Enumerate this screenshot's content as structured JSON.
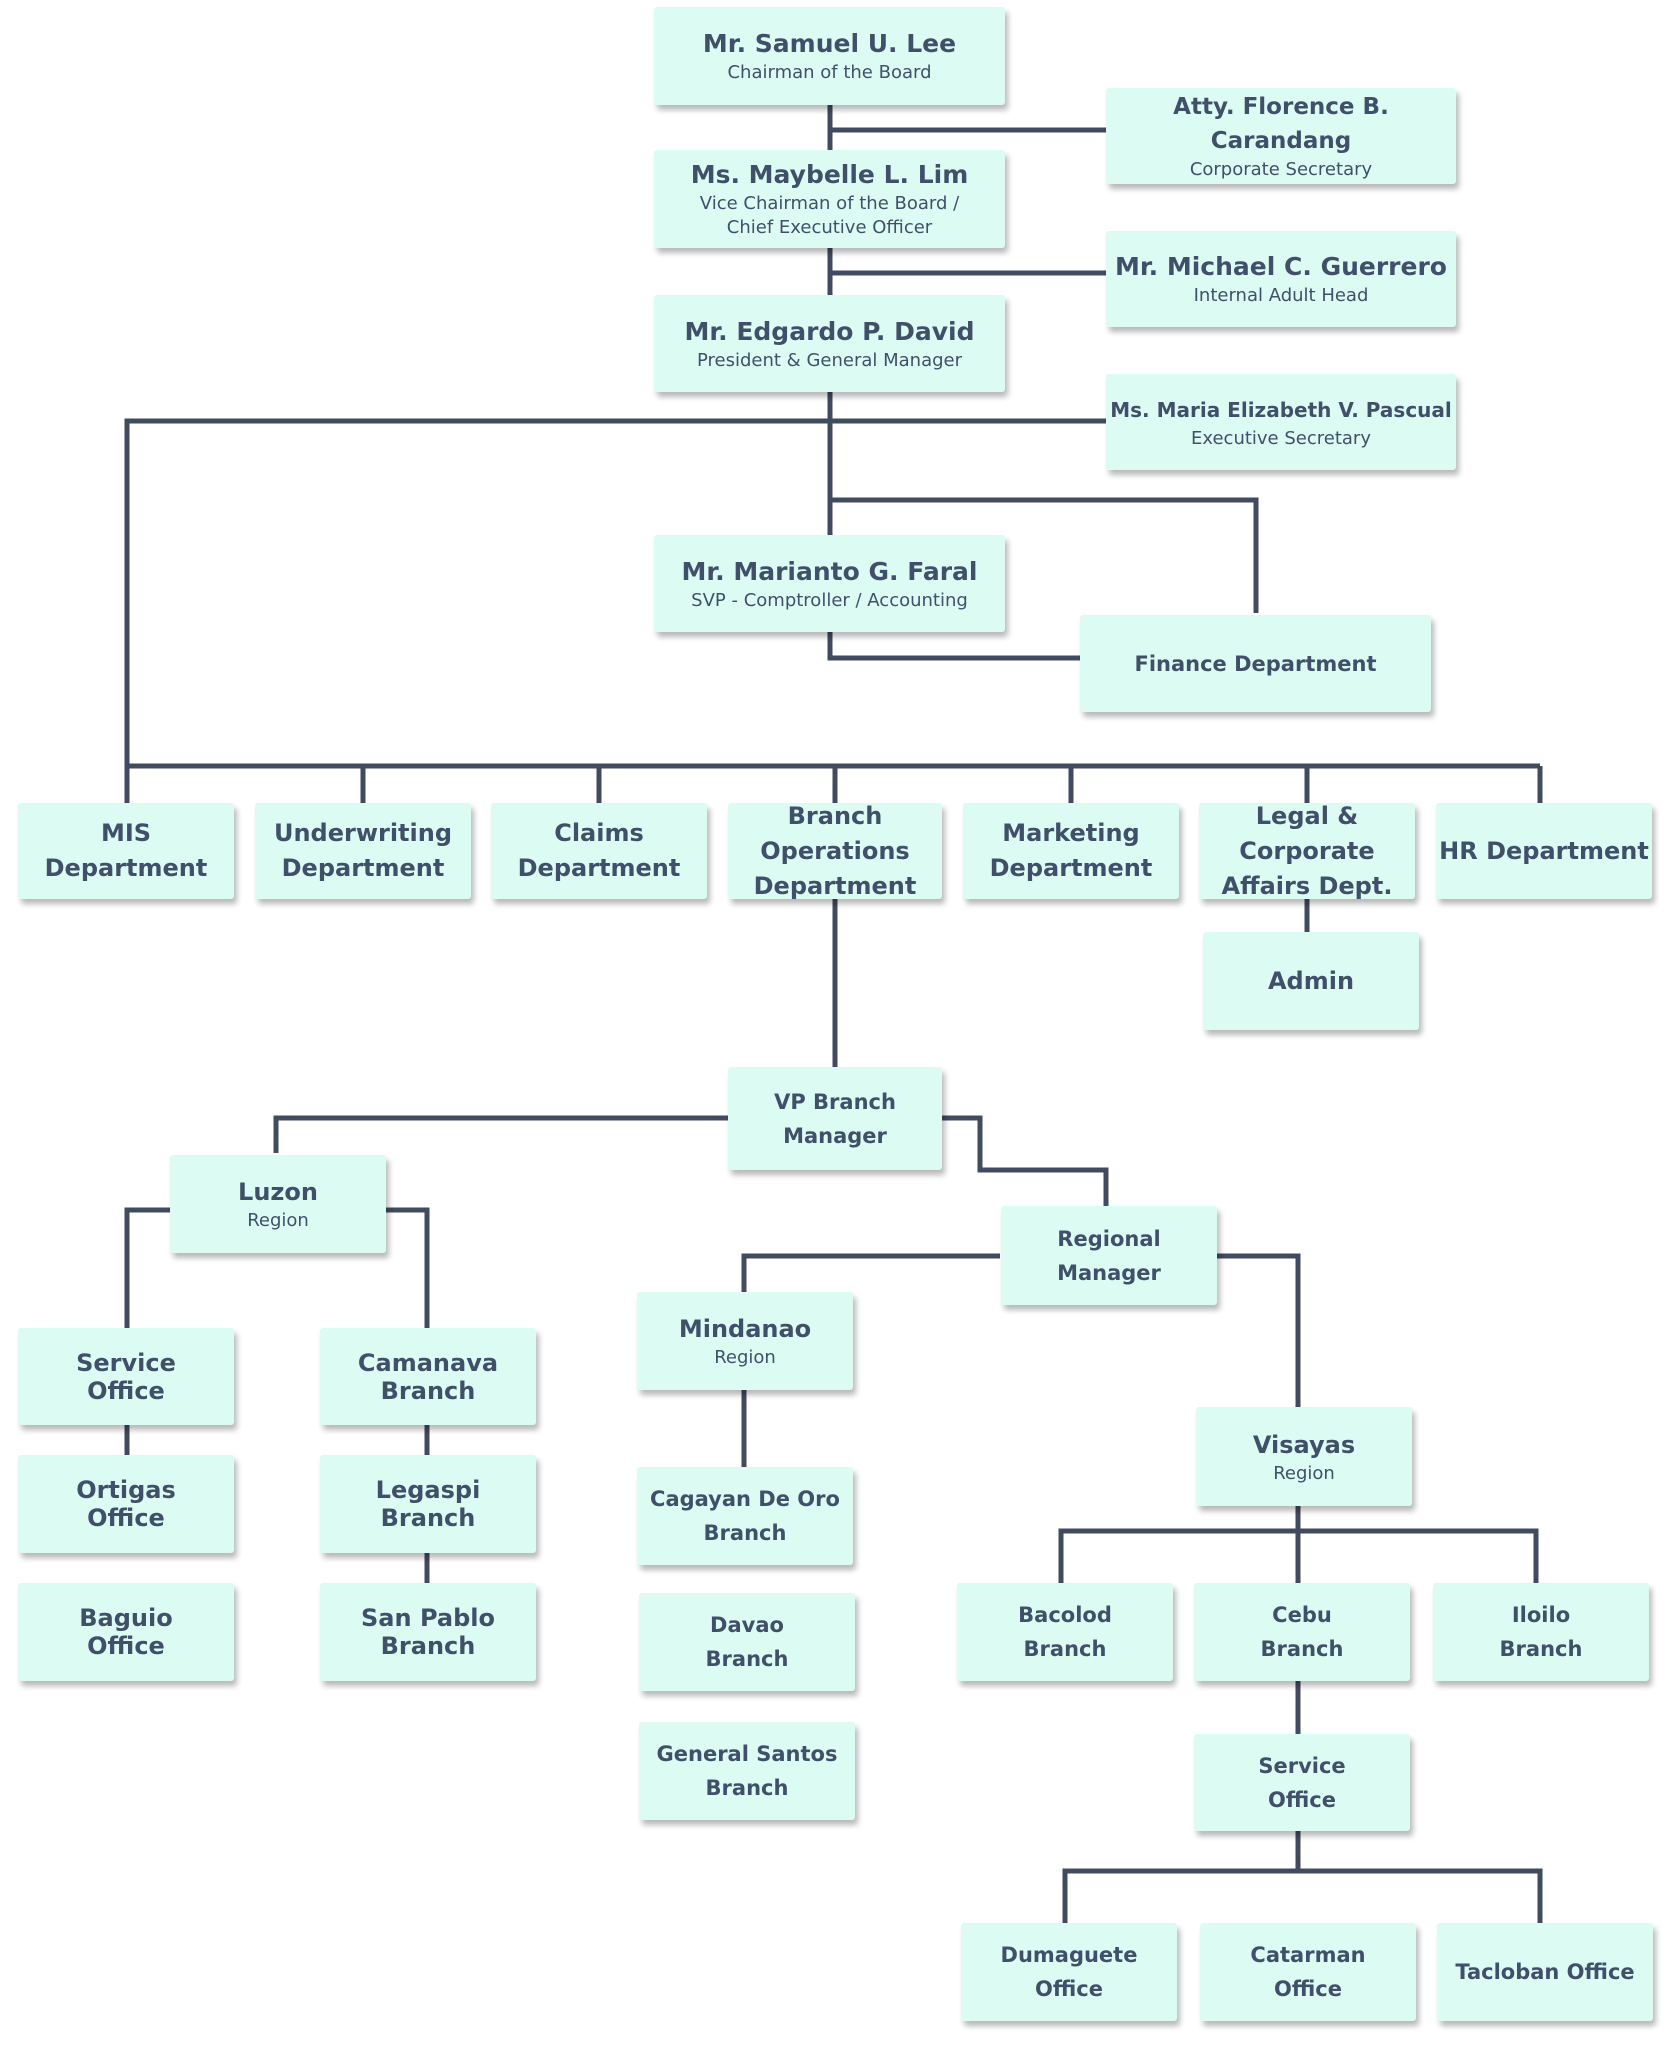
{
  "colors": {
    "box_fill": "#dcfbf2",
    "text": "#41506a",
    "line": "#404b5f"
  },
  "executives": {
    "chairman": {
      "name": "Mr. Samuel U. Lee",
      "title": "Chairman of the Board"
    },
    "corp_secretary": {
      "name": "Atty. Florence B. Carandang",
      "title": "Corporate Secretary"
    },
    "vice_chairman": {
      "name": "Ms. Maybelle L. Lim",
      "title": "Vice Chairman of the Board /\nChief Executive Officer"
    },
    "internal_audit": {
      "name": "Mr. Michael C. Guerrero",
      "title": "Internal Adult Head"
    },
    "president": {
      "name": "Mr. Edgardo P. David",
      "title": "President & General Manager"
    },
    "exec_secretary": {
      "name": "Ms. Maria Elizabeth V. Pascual",
      "title": "Executive Secretary"
    },
    "comptroller": {
      "name": "Mr. Marianto G. Faral",
      "title": "SVP - Comptroller / Accounting"
    },
    "finance": {
      "name": "Finance Department"
    }
  },
  "departments": {
    "mis": "MIS\nDepartment",
    "underwriting": "Underwriting\nDepartment",
    "claims": "Claims\nDepartment",
    "branch_ops": "Branch Operations\nDepartment",
    "marketing": "Marketing\nDepartment",
    "legal": "Legal & Corporate\nAffairs Dept.",
    "hr": "HR Department",
    "admin": "Admin"
  },
  "branch_network": {
    "vp_branch_manager": "VP Branch\nManager",
    "regional_manager": "Regional\nManager",
    "luzon": {
      "name": "Luzon",
      "sub": "Region"
    },
    "mindanao": {
      "name": "Mindanao",
      "sub": "Region"
    },
    "visayas": {
      "name": "Visayas",
      "sub": "Region"
    },
    "luzon_offices": [
      "Service\nOffice",
      "Ortigas\nOffice",
      "Baguio\nOffice"
    ],
    "luzon_branches": [
      "Camanava\nBranch",
      "Legaspi\nBranch",
      "San Pablo\nBranch"
    ],
    "mindanao_branches": [
      "Cagayan De Oro\nBranch",
      "Davao\nBranch",
      "General Santos\nBranch"
    ],
    "visayas_branches": [
      "Bacolod\nBranch",
      "Cebu\nBranch",
      "Iloilo\nBranch"
    ],
    "visayas_service_office": "Service\nOffice",
    "visayas_offices": [
      "Dumaguete\nOffice",
      "Catarman\nOffice",
      "Tacloban Office"
    ]
  }
}
